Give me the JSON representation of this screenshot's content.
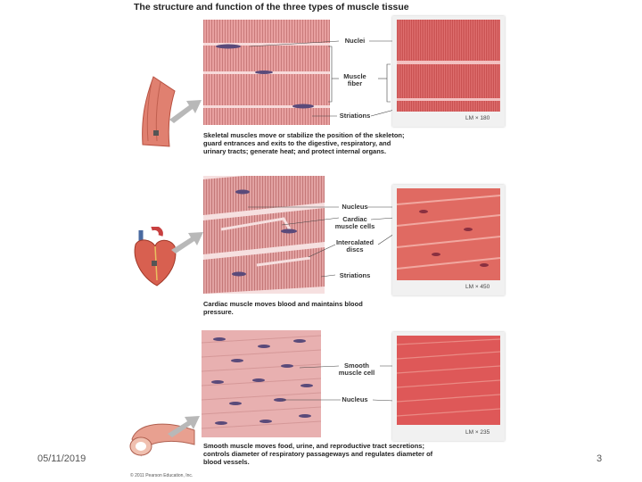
{
  "title": "The structure and function of the three types of muscle tissue",
  "skeletal": {
    "labels": {
      "nuclei": "Nuclei",
      "muscle_fiber_1": "Muscle",
      "muscle_fiber_2": "fiber",
      "striations": "Striations"
    },
    "magnification": "LM × 180",
    "caption_1": "Skeletal muscles move or stabilize the position of the skeleton;",
    "caption_2": "guard entrances and exits to the digestive, respiratory, and",
    "caption_3": "urinary tracts; generate heat; and protect internal organs."
  },
  "cardiac": {
    "labels": {
      "nucleus": "Nucleus",
      "cells_1": "Cardiac",
      "cells_2": "muscle cells",
      "discs_1": "Intercalated",
      "discs_2": "discs",
      "striations": "Striations"
    },
    "magnification": "LM × 450",
    "caption_1": "Cardiac muscle moves blood and maintains blood",
    "caption_2": "pressure."
  },
  "smooth": {
    "labels": {
      "cell_1": "Smooth",
      "cell_2": "muscle cell",
      "nucleus": "Nucleus"
    },
    "magnification": "LM × 235",
    "caption_1": "Smooth muscle moves food, urine, and reproductive tract secretions;",
    "caption_2": "controls diameter of respiratory passageways and regulates diameter of",
    "caption_3": "blood vessels."
  },
  "copyright": "© 2011 Pearson Education, Inc.",
  "footer": {
    "date": "05/11/2019",
    "page": "3"
  },
  "colors": {
    "tissue_pink": "#e8a0a0",
    "tissue_dark": "#c97a7a",
    "nucleus_purple": "#5a4a7a",
    "photo_red": "#d85a5a",
    "arrow_gray": "#b8b8b8"
  }
}
